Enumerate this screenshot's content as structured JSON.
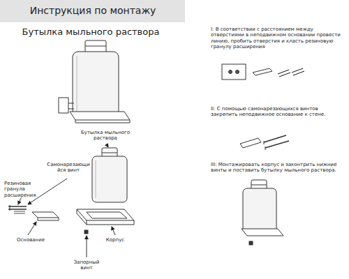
{
  "diagram": {
    "title": "Инструкция по монтажу",
    "labels": [
      "Бутылка мыльного раствора",
      "Бутылка мыльного раствора",
      "Самонарезающи йся винт",
      "Резиновая гранула расширения",
      "Основание",
      "Корпус",
      "Запорный винт",
      "I: В соответствии с расстоянием между отверстиями в неподвижном основании провести линию, пробить отверстия и класть резиновую гранулу расширения",
      "II: С помощью самонарезающихся винтов закрепить неподвижное основание к стене.",
      "III: Монтажировать корпус и законтрить нижние винты и поставить бутылку мыльного раствора."
    ]
  }
}
